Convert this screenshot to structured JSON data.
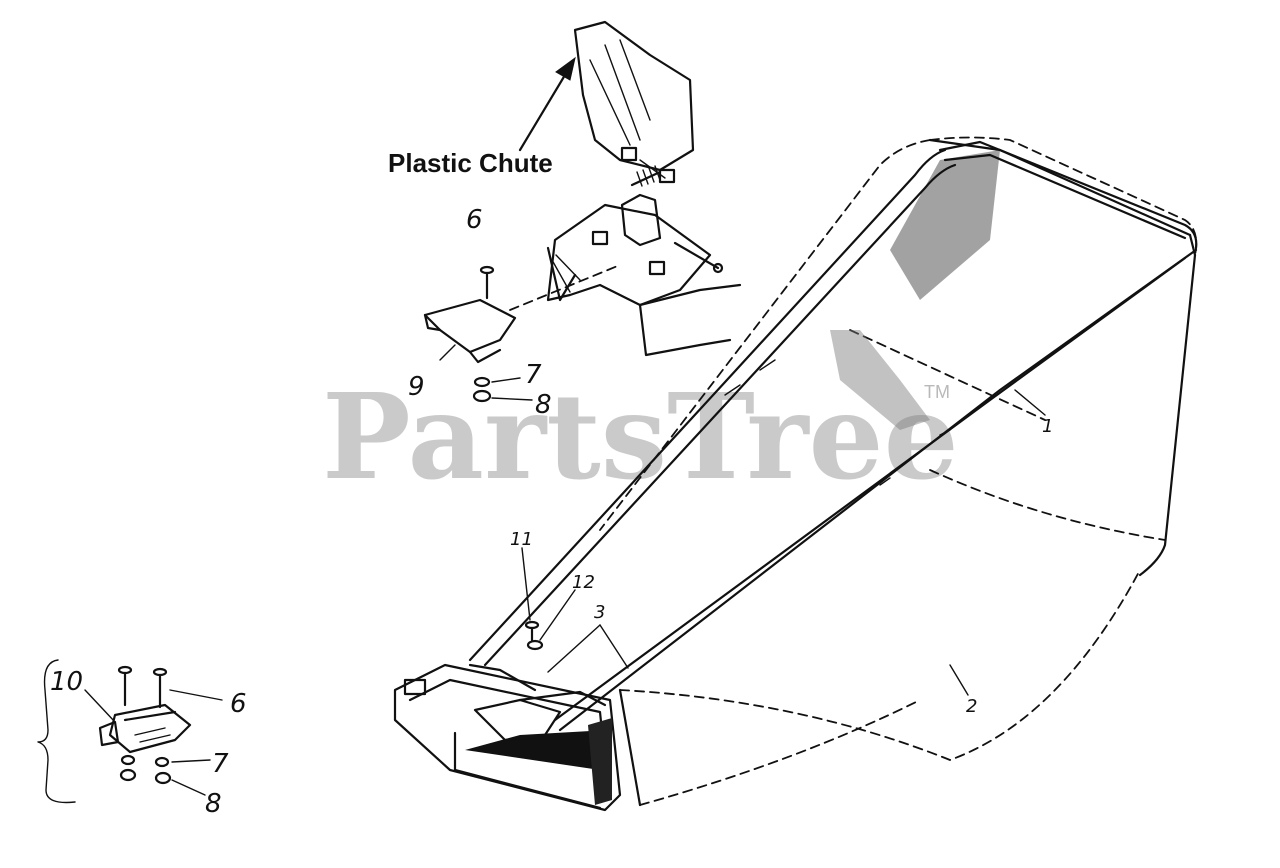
{
  "callouts": {
    "plastic_chute": "Plastic Chute"
  },
  "part_labels": {
    "p1": "1",
    "p2": "2",
    "p3": "3",
    "p6_top": "6",
    "p6_bottom": "6",
    "p7_top": "7",
    "p7_bottom": "7",
    "p8_top": "8",
    "p8_bottom": "8",
    "p9": "9",
    "p10": "10",
    "p11": "11",
    "p12": "12"
  },
  "watermark": {
    "text": "PartsTree",
    "trademark": "TM"
  }
}
